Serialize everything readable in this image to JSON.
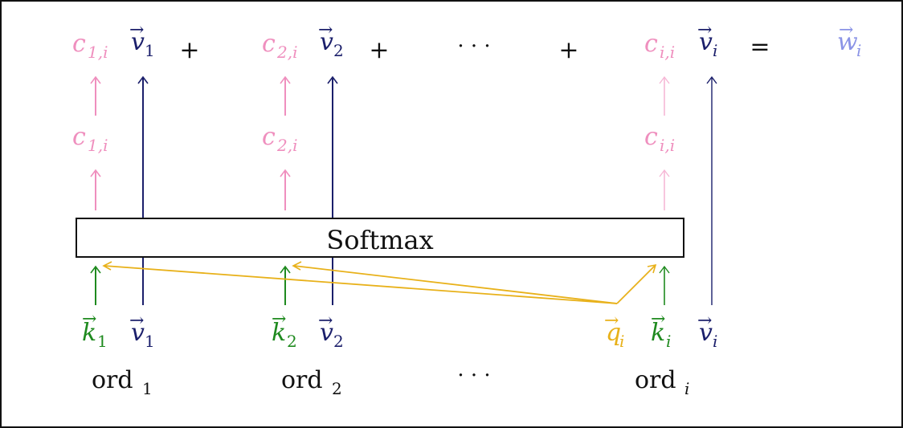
{
  "colors": {
    "c": "#ef8fbe",
    "c_light": "#f6b8d6",
    "v": "#1b1f6b",
    "k": "#1f8a1f",
    "q": "#e8b11a",
    "w": "#8a93e6",
    "ink": "#111111"
  },
  "top_row": {
    "c1_main": "c",
    "c1_sub": "1,i",
    "v1_main": "v",
    "v1_sub": "1",
    "plus1": "+",
    "c2_main": "c",
    "c2_sub": "2,i",
    "v2_main": "v",
    "v2_sub": "2",
    "plus2": "+",
    "dots": "· · ·",
    "plus3": "+",
    "ci_main": "c",
    "ci_sub": "i,i",
    "vi_main": "v",
    "vi_sub": "i",
    "equals": "=",
    "w_main": "w",
    "w_sub": "i"
  },
  "mid_row": {
    "c1_main": "c",
    "c1_sub": "1,i",
    "c2_main": "c",
    "c2_sub": "2,i",
    "ci_main": "c",
    "ci_sub": "i,i"
  },
  "softmax": {
    "label": "Softmax"
  },
  "bottom_row": {
    "k1_main": "k",
    "k1_sub": "1",
    "v1_main": "v",
    "v1_sub": "1",
    "k2_main": "k",
    "k2_sub": "2",
    "v2_main": "v",
    "v2_sub": "2",
    "q_main": "q",
    "q_sub": "i",
    "ki_main": "k",
    "ki_sub": "i",
    "vi_main": "v",
    "vi_sub": "i"
  },
  "ord_row": {
    "ord1_main": "ord",
    "ord1_sub": "1",
    "ord2_main": "ord",
    "ord2_sub": "2",
    "dots": "· · ·",
    "ordi_main": "ord",
    "ordi_sub": "i"
  }
}
